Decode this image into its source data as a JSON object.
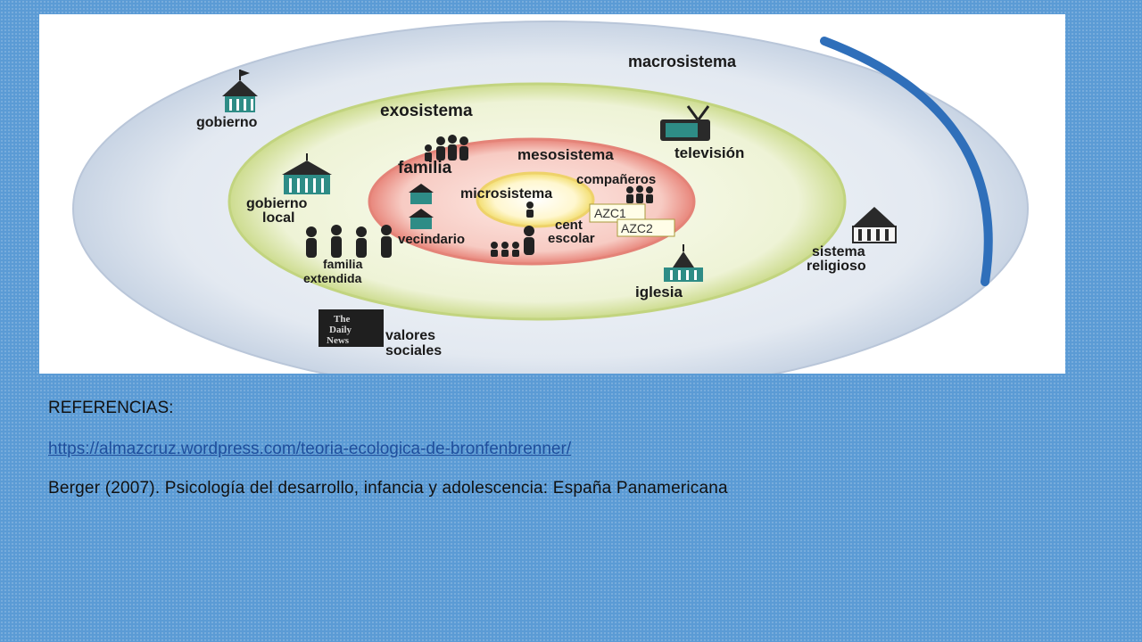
{
  "diagram": {
    "labels": {
      "macrosistema": "macrosistema",
      "exosistema": "exosistema",
      "mesosistema": "mesosistema",
      "microsistema": "microsistema",
      "gobierno": "gobierno",
      "gobierno_local_1": "gobierno",
      "gobierno_local_2": "local",
      "familia": "familia",
      "vecindario": "vecindario",
      "familia_extendida_1": "familia",
      "familia_extendida_2": "extendida",
      "companeros": "compañeros",
      "centro_escolar_1": "cent",
      "centro_escolar_2": "escolar",
      "television": "televisión",
      "iglesia": "iglesia",
      "sistema_religioso_1": "sistema",
      "sistema_religioso_2": "religioso",
      "valores_sociales_1": "valores",
      "valores_sociales_2": "sociales",
      "newspaper_1": "The",
      "newspaper_2": "Daily",
      "newspaper_3": "News",
      "tag_azc1": "AZC1",
      "tag_azc2": "AZC2"
    },
    "colors": {
      "outer_ring": "#dfe6f0",
      "outer_edge": "#3a78c0",
      "exo_ring": "#eef2d8",
      "exo_edge": "#c9d98a",
      "meso_ring": "#f6c9c2",
      "meso_edge": "#e58b80",
      "micro_core": "#fff6c8",
      "icon_teal": "#2e8c86"
    }
  },
  "references": {
    "heading": "REFERENCIAS:",
    "link": "https://almazcruz.wordpress.com/teoria-ecologica-de-bronfenbrenner/",
    "book": "Berger (2007). Psicología del desarrollo, infancia y adolescencia: España Panamericana"
  }
}
